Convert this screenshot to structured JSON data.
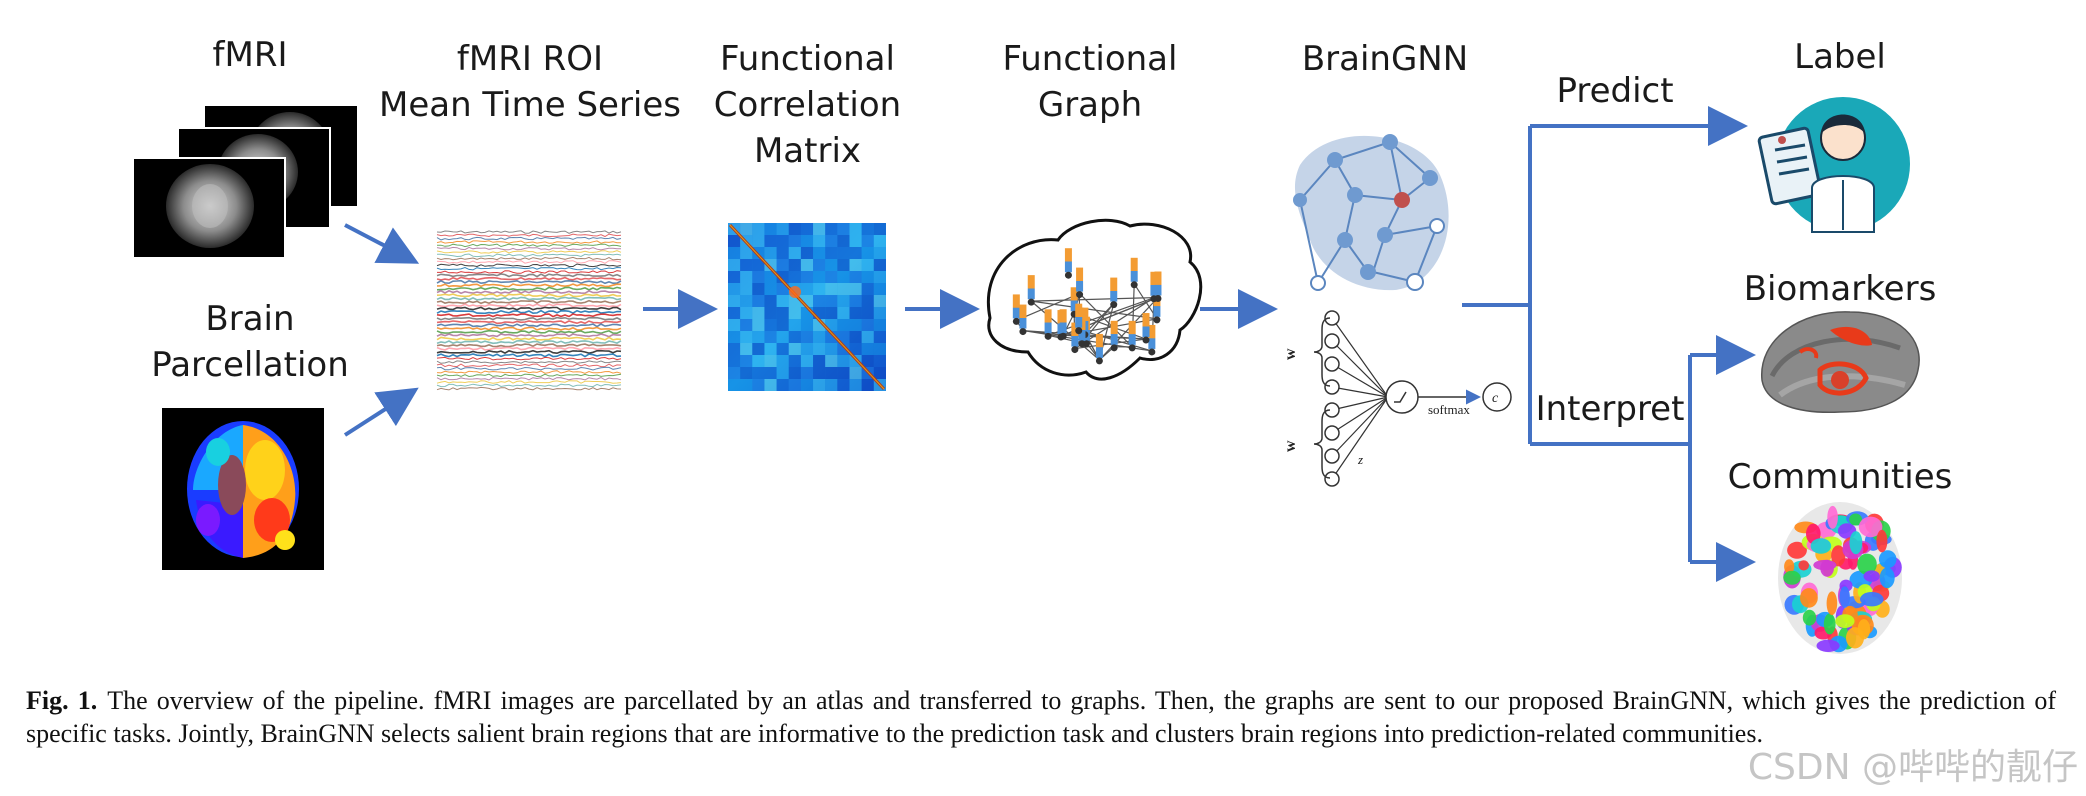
{
  "stages": {
    "fmri": "fMRI",
    "roi_line1": "fMRI ROI",
    "roi_line2": "Mean Time Series",
    "corr_line1": "Functional",
    "corr_line2": "Correlation",
    "corr_line3": "Matrix",
    "graph_line1": "Functional",
    "graph_line2": "Graph",
    "braingnn": "BrainGNN",
    "parc_line1": "Brain",
    "parc_line2": "Parcellation"
  },
  "branches": {
    "predict": "Predict",
    "interpret": "Interpret"
  },
  "outputs": {
    "label": "Label",
    "biomarkers": "Biomarkers",
    "communities": "Communities"
  },
  "network_math": {
    "w1": "w",
    "w2": "w",
    "z": "z",
    "softmax": "softmax",
    "out": "c"
  },
  "caption": {
    "fig_label": "Fig. 1.",
    "text": "The overview of the pipeline. fMRI images are parcellated by an atlas and transferred to graphs. Then, the graphs are sent to our proposed BrainGNN, which gives the prediction of specific tasks. Jointly, BrainGNN selects salient brain regions that are informative to the prediction task and clusters brain regions into prediction-related communities."
  },
  "watermark": "CSDN @哔哔的靓仔",
  "colors": {
    "arrow": "#4472c4",
    "node": "#7ba3d4",
    "highlight": "#c0504d"
  }
}
